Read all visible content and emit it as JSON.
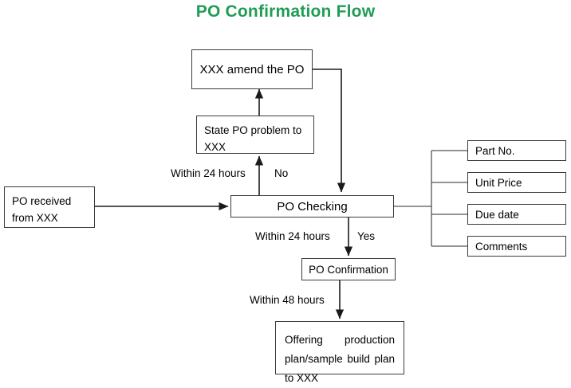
{
  "page": {
    "title": "PO Confirmation Flow",
    "title_color": "#1f9d55",
    "background": "#ffffff",
    "line_color": "#1a1a1a",
    "box_border_color": "#3a3a3a",
    "tree_line_color": "#7a7a7a"
  },
  "nodes": {
    "amend": {
      "label": "XXX amend the PO"
    },
    "state_problem": {
      "label": "State PO problem to XXX"
    },
    "po_received": {
      "label": "PO received from XXX"
    },
    "po_checking": {
      "label": "PO Checking"
    },
    "po_confirmation": {
      "label": "PO Confirmation"
    },
    "offering": {
      "label": "Offering production plan/sample build plan to XXX"
    }
  },
  "check_items": [
    {
      "label": "Part No."
    },
    {
      "label": "Unit Price"
    },
    {
      "label": "Due date"
    },
    {
      "label": "Comments"
    }
  ],
  "edge_labels": {
    "within24_no": "Within 24 hours",
    "no": "No",
    "within24_yes": "Within 24 hours",
    "yes": "Yes",
    "within48": "Within 48 hours"
  }
}
